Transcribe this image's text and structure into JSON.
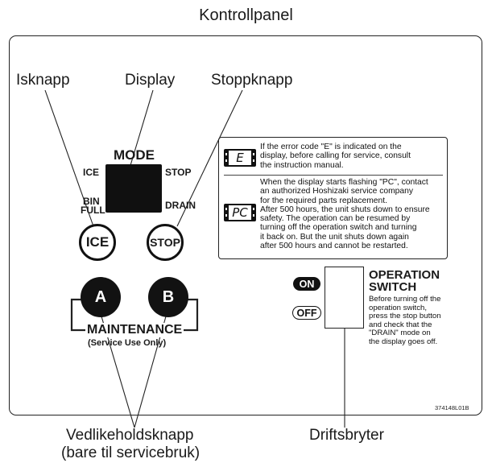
{
  "title": "Kontrollpanel",
  "callouts": {
    "ice_button": "Isknapp",
    "display": "Display",
    "stop_button": "Stoppknapp",
    "maintenance_line1": "Vedlikeholdsknapp",
    "maintenance_line2": "(bare til servicebruk)",
    "operation_switch": "Driftsbryter"
  },
  "panel": {
    "mode_label": "MODE",
    "ice_label": "ICE",
    "stop_label": "STOP",
    "bin_label": "BIN",
    "full_label": "FULL",
    "drain_label": "DRAIN",
    "ice_button_text": "ICE",
    "stop_button_text": "STOP",
    "button_a": "A",
    "button_b": "B",
    "maintenance_label": "MAINTENANCE",
    "service_use_only": "(Service Use Only)",
    "code": "374148L01B"
  },
  "info": {
    "e_glyph": "E",
    "e_text": [
      "If the error code \"E\" is indicated on the",
      "display, before calling for service, consult",
      "the instruction manual."
    ],
    "pc_glyph": "PC",
    "pc_text": [
      "When the display starts flashing \"PC\", contact",
      "an authorized Hoshizaki service company",
      "for the required parts replacement.",
      "After 500 hours, the unit shuts down to ensure",
      "safety. The operation can be resumed by",
      "turning off the operation switch and turning",
      "it back on. But the unit shuts down again",
      "after 500 hours and cannot be restarted."
    ]
  },
  "operation": {
    "on": "ON",
    "off": "OFF",
    "title_line1": "OPERATION",
    "title_line2": "SWITCH",
    "desc": [
      "Before turning off the",
      "operation switch,",
      "press the stop button",
      "and check that the",
      "\"DRAIN\" mode on",
      "the display goes off."
    ]
  }
}
